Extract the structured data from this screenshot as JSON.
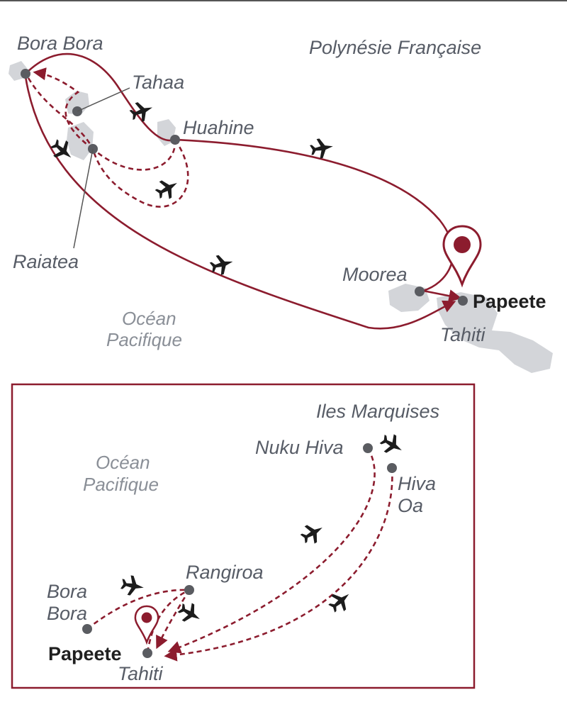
{
  "main_map": {
    "region_label": "Polynésie Française",
    "ocean_label": [
      "Océan",
      "Pacifique"
    ],
    "places": {
      "bora_bora": "Bora Bora",
      "tahaa": "Tahaa",
      "huahine": "Huahine",
      "raiatea": "Raiatea",
      "moorea": "Moorea",
      "papeete": "Papeete",
      "tahiti": "Tahiti"
    }
  },
  "inset_map": {
    "region_label": "Iles Marquises",
    "ocean_label": [
      "Océan",
      "Pacifique"
    ],
    "places": {
      "nuku_hiva": "Nuku Hiva",
      "hiva_oa": [
        "Hiva",
        "Oa"
      ],
      "rangiroa": "Rangiroa",
      "bora_bora": [
        "Bora",
        "Bora"
      ],
      "papeete": "Papeete",
      "tahiti": "Tahiti"
    }
  },
  "colors": {
    "route": "#8c1c2e",
    "inset_border": "#8c1c2e",
    "island": "#d3d5d9",
    "marker": "#8c1c2e",
    "dot": "#5a5c61"
  },
  "icons": [
    "plane-icon",
    "location-pin-icon"
  ]
}
